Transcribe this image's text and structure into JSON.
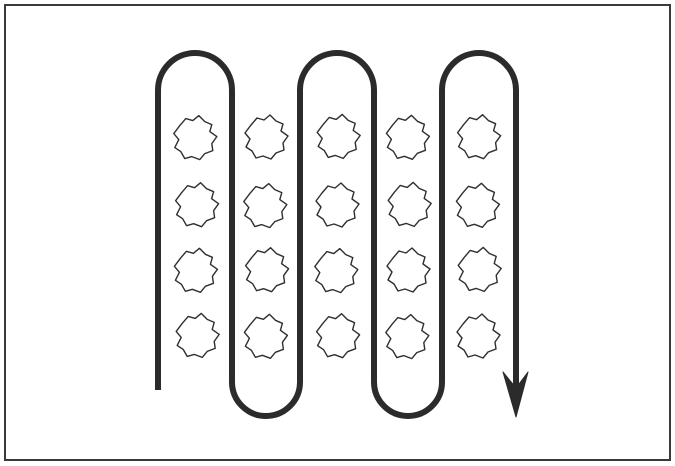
{
  "diagram": {
    "type": "serpentine-search-pattern",
    "grid": {
      "columns": 5,
      "rows": 4
    },
    "item_icon": "rock-icon",
    "path_icon": "serpentine-path",
    "arrow_icon": "arrow-down-icon",
    "colors": {
      "background": "#ffffff",
      "frame": "#3a3a3a",
      "path": "#2b2b2b",
      "item_outline": "#2f2f2f"
    }
  }
}
